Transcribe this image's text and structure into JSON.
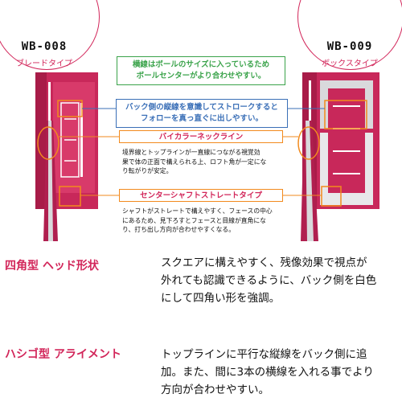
{
  "left_model": {
    "name": "WB-008",
    "type": "ブレードタイプ"
  },
  "right_model": {
    "name": "WB-009",
    "type": "ボックスタイプ"
  },
  "callouts": {
    "green_box": [
      "横線はボールのサイズに入っているため",
      "ボールセンターがより合わせやすい。"
    ],
    "blue_box": [
      "バック側の縦線を意識してストロークすると",
      "フォローを真っ直ぐに出しやすい。"
    ],
    "banner_neck": "バイカラーネックライン",
    "neck_desc": [
      "境界線とトップラインが一直線につながる視覚効",
      "果で体の正面で構えられる上、ロフト角が一定にな",
      "り転がりが安定。"
    ],
    "banner_shaft": "センターシャフトストレートタイプ",
    "shaft_desc": [
      "シャフトがストレートで構えやすく、フェースの中心",
      "にあるため、見下ろすとフェースと目線が直角にな",
      "り、打ち出し方向が合わせやすくなる。"
    ]
  },
  "features": [
    {
      "title": "四角型 ヘッド形状",
      "lines": [
        "スクエアに構えやすく、残像効果で視点が",
        "外れても認識できるように、バック側を白色",
        "にして四角い形を強調。"
      ]
    },
    {
      "title": "ハシゴ型 アライメント",
      "lines": [
        "トップラインに平行な縦線をバック側に追",
        "加。また、間に3本の横線を入れる事でより",
        "方向が合わせやすい。"
      ]
    }
  ],
  "colors": {
    "accent": "#d2265a",
    "green": "#3aa34a",
    "blue": "#3a6fb7",
    "orange": "#f28a1d",
    "head_red": "#c8285a",
    "head_silver": "#d9d9dc"
  }
}
